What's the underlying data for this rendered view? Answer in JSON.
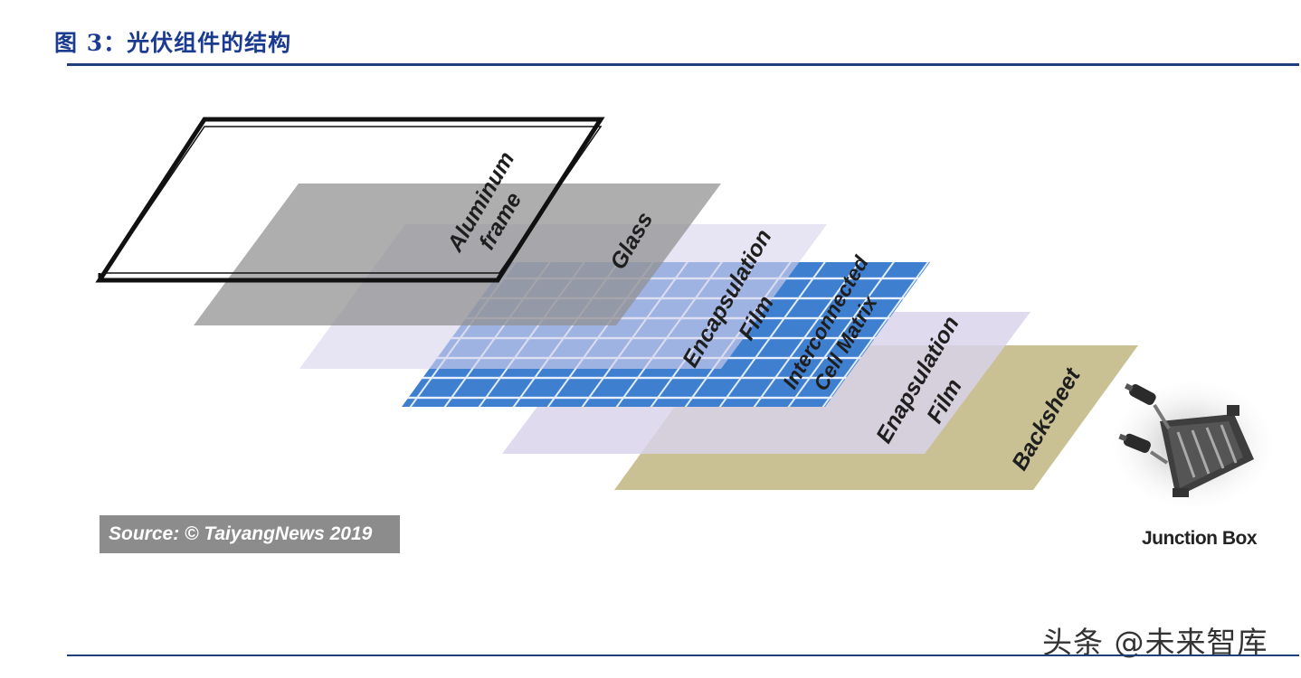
{
  "title": "图 3：光伏组件的结构",
  "layers": {
    "frame_line1": "Aluminum",
    "frame_line2": "frame",
    "glass": "Glass",
    "encap1_line1": "Encapsulation",
    "encap1_line2": "Film",
    "cells_line1": "Interconnected",
    "cells_line2": "Cell Matrix",
    "encap2_line1": "Enapsulation",
    "encap2_line2": "Film",
    "backsheet": "Backsheet"
  },
  "source": "Source: © TaiyangNews 2019",
  "junction_box": "Junction Box",
  "watermark": "头条 @未来智库",
  "colors": {
    "title": "#1a3b8f",
    "rule": "#1f3f7a",
    "glass": "#8f8f8f",
    "encapsulation": "#d8d3ec",
    "cells": "#3f7fd0",
    "backsheet": "#c9c194",
    "source_box": "#8c8c8c"
  }
}
